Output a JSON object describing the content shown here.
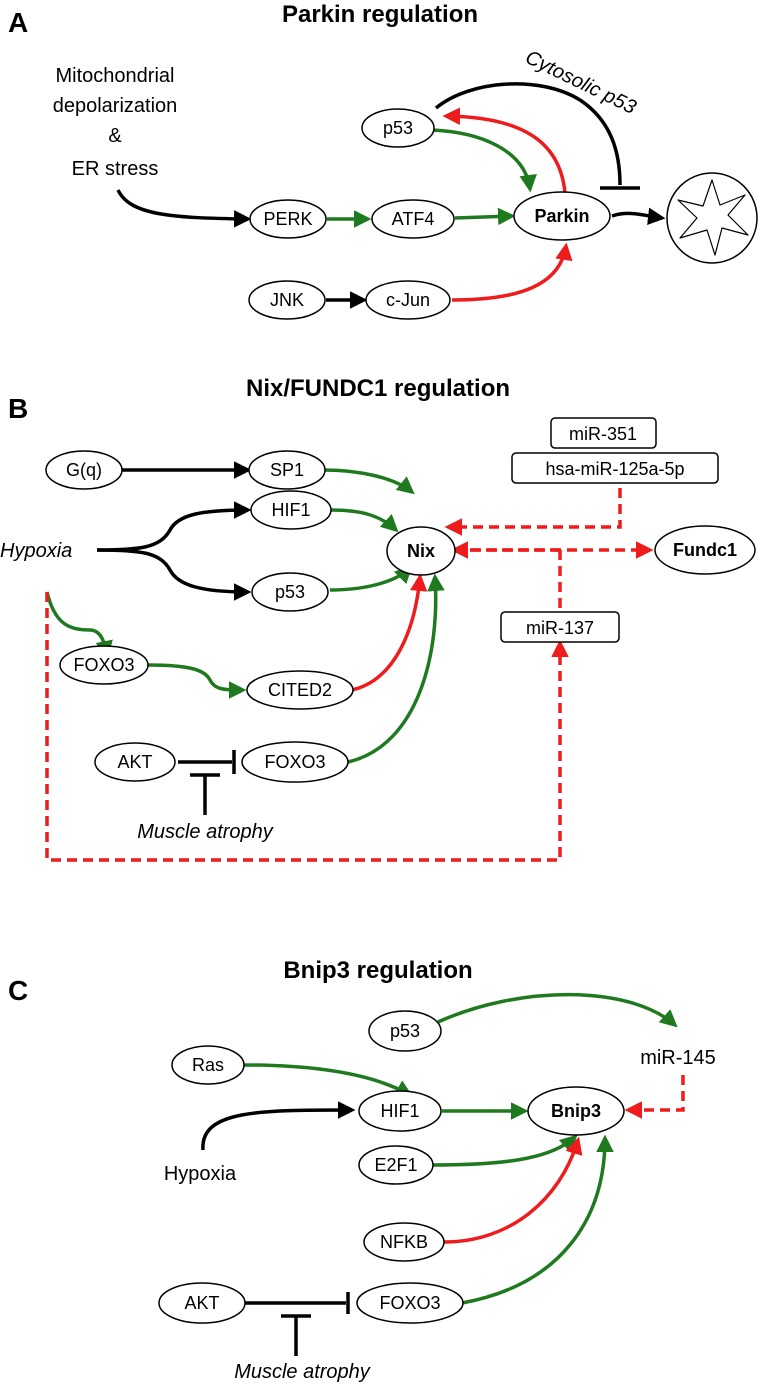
{
  "colors": {
    "activation": "#1f7a1f",
    "red_link": "#ee1c1c",
    "black_link": "#000000"
  },
  "panel_a": {
    "letter": "A",
    "title": "Parkin regulation",
    "stimulus_lines": [
      "Mitochondrial",
      "depolarization",
      "&",
      "ER stress"
    ],
    "cytosolic_label": "Cytosolic p53",
    "nodes": {
      "p53": "p53",
      "perk": "PERK",
      "atf4": "ATF4",
      "parkin": "Parkin",
      "jnk": "JNK",
      "cjun": "c-Jun"
    },
    "mitochondrion_icon": "mitochondrion-icon"
  },
  "panel_b": {
    "letter": "B",
    "title": "Nix/FUNDC1 regulation",
    "hypoxia": "Hypoxia",
    "muscle_atrophy": "Muscle atrophy",
    "nodes": {
      "gq": "G(q)",
      "sp1": "SP1",
      "hif1": "HIF1",
      "p53": "p53",
      "nix": "Nix",
      "fundc1": "Fundc1",
      "foxo3a": "FOXO3",
      "cited2": "CITED2",
      "akt": "AKT",
      "foxo3b": "FOXO3"
    },
    "mirnas": {
      "mir351": "miR-351",
      "mir125": "hsa-miR-125a-5p",
      "mir137": "miR-137"
    }
  },
  "panel_c": {
    "letter": "C",
    "title": "Bnip3 regulation",
    "hypoxia": "Hypoxia",
    "mir145": "miR-145",
    "muscle_atrophy": "Muscle atrophy",
    "nodes": {
      "p53": "p53",
      "ras": "Ras",
      "hif1": "HIF1",
      "bnip3": "Bnip3",
      "e2f1": "E2F1",
      "nfkb": "NFKB",
      "akt": "AKT",
      "foxo3": "FOXO3"
    }
  }
}
